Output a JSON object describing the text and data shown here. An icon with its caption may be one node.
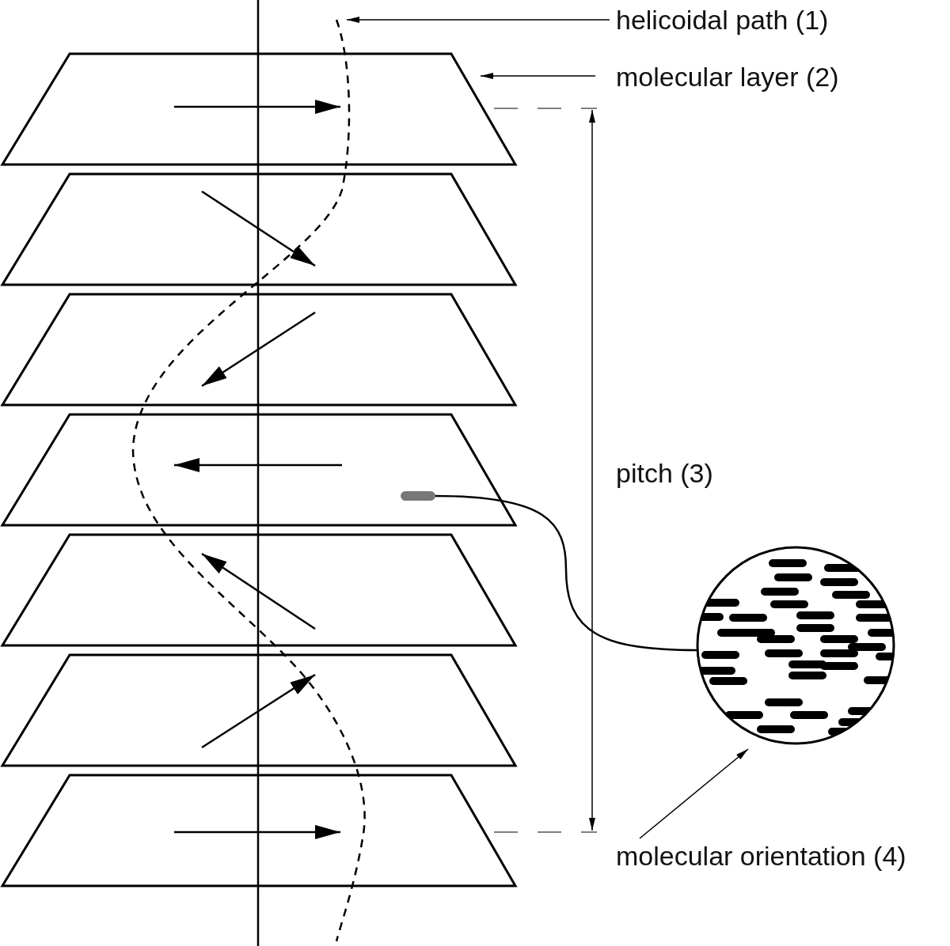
{
  "diagram": {
    "nodes": [
      {
        "text": [
          "helicoidal path (1)"
        ]
      },
      {
        "text": [],
        "shape": "curve"
      },
      {
        "text": [
          "molecular layer (2)"
        ]
      },
      {
        "text": [],
        "shape": "trapezoid"
      },
      {
        "text": [],
        "shape": "trapezoid"
      },
      {
        "text": [],
        "shape": "trapezoid"
      },
      {
        "text": [],
        "shape": "trapezoid"
      },
      {
        "text": [],
        "shape": "trapezoid"
      },
      {
        "text": [],
        "shape": "trapezoid"
      },
      {
        "text": [],
        "shape": "trapezoid"
      },
      {
        "text": [],
        "shape": "bar",
        "in": 6
      },
      {
        "text": [],
        "shape": "circle"
      },
      {
        "text": [
          "molecular orientation (4)"
        ]
      }
    ],
    "edges": [
      {
        "from": 0,
        "to": 1,
        "arrow": "to"
      },
      {
        "from": 2,
        "to": 3,
        "arrow": "to"
      },
      {
        "from": 10,
        "to": 11,
        "arrow": "none"
      },
      {
        "from": 12,
        "to": 11,
        "arrow": "to"
      }
    ],
    "labels": [
      "pitch (3)"
    ]
  }
}
